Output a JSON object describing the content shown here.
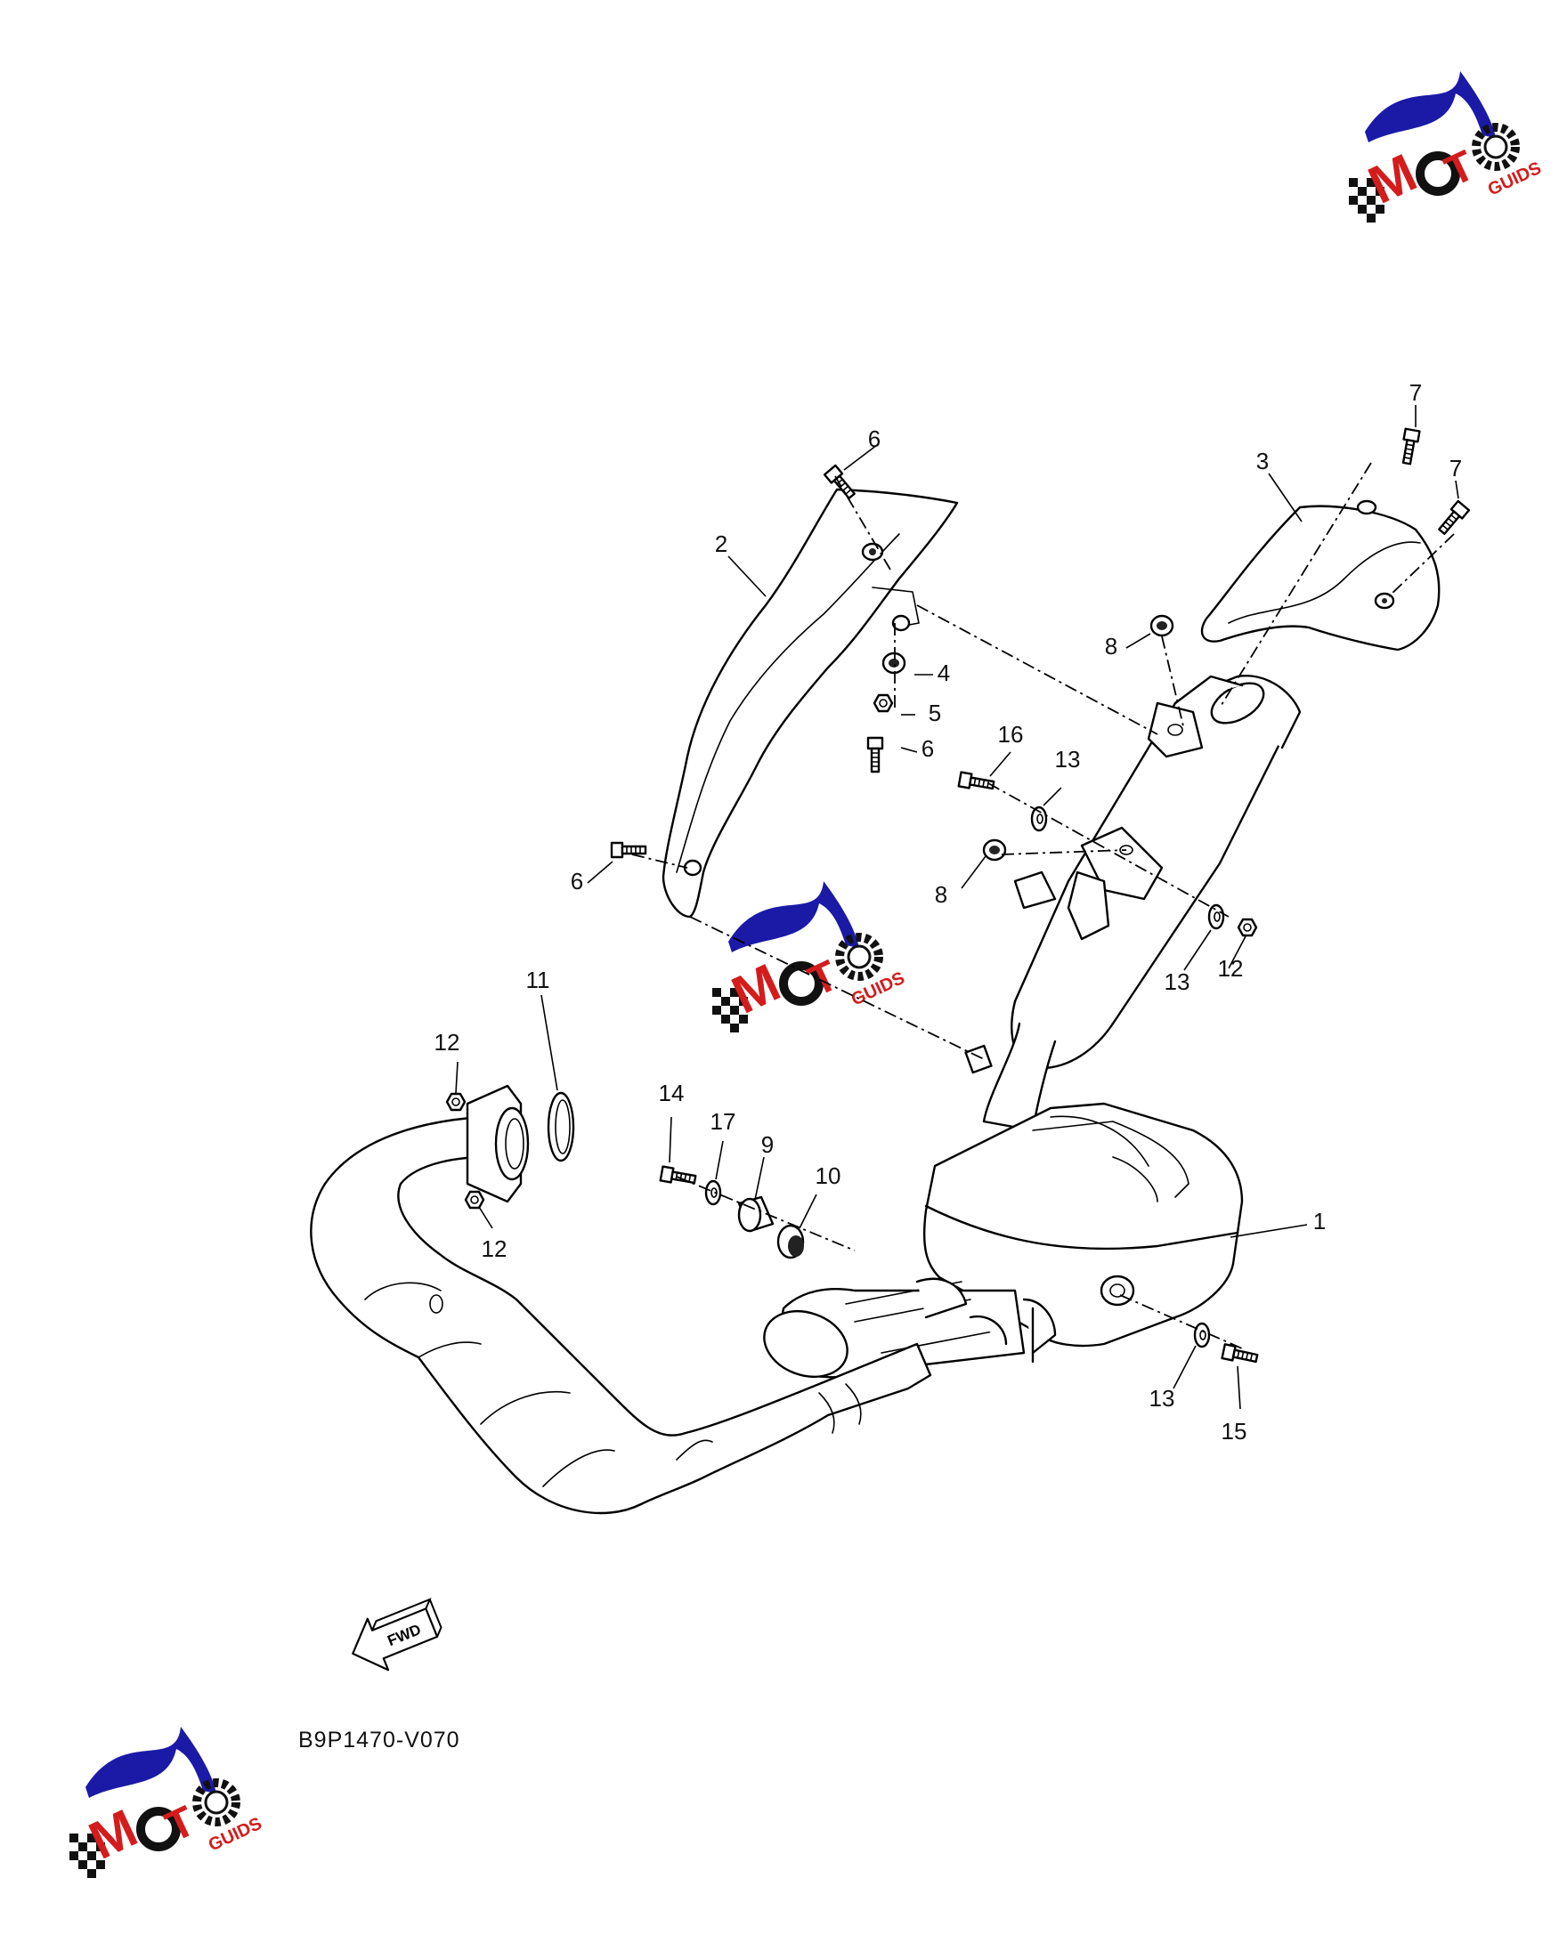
{
  "diagram_code": "B9P1470-V070",
  "fwd_label": "FWD",
  "logo": {
    "text": "MOTO GUIDS",
    "colors": {
      "swoosh": "#1a1aa6",
      "letters_red": "#d41c1c",
      "letters_black": "#111111"
    }
  },
  "callouts": [
    {
      "id": "c1",
      "label": "1"
    },
    {
      "id": "c2",
      "label": "2"
    },
    {
      "id": "c3",
      "label": "3"
    },
    {
      "id": "c4",
      "label": "4"
    },
    {
      "id": "c5",
      "label": "5"
    },
    {
      "id": "c6a",
      "label": "6"
    },
    {
      "id": "c6b",
      "label": "6"
    },
    {
      "id": "c6c",
      "label": "6"
    },
    {
      "id": "c7a",
      "label": "7"
    },
    {
      "id": "c7b",
      "label": "7"
    },
    {
      "id": "c8a",
      "label": "8"
    },
    {
      "id": "c8b",
      "label": "8"
    },
    {
      "id": "c9",
      "label": "9"
    },
    {
      "id": "c10",
      "label": "10"
    },
    {
      "id": "c11",
      "label": "11"
    },
    {
      "id": "c12a",
      "label": "12"
    },
    {
      "id": "c12b",
      "label": "12"
    },
    {
      "id": "c12c",
      "label": "12"
    },
    {
      "id": "c13a",
      "label": "13"
    },
    {
      "id": "c13b",
      "label": "13"
    },
    {
      "id": "c13c",
      "label": "13"
    },
    {
      "id": "c14",
      "label": "14"
    },
    {
      "id": "c15",
      "label": "15"
    },
    {
      "id": "c16",
      "label": "16"
    },
    {
      "id": "c17",
      "label": "17"
    }
  ]
}
